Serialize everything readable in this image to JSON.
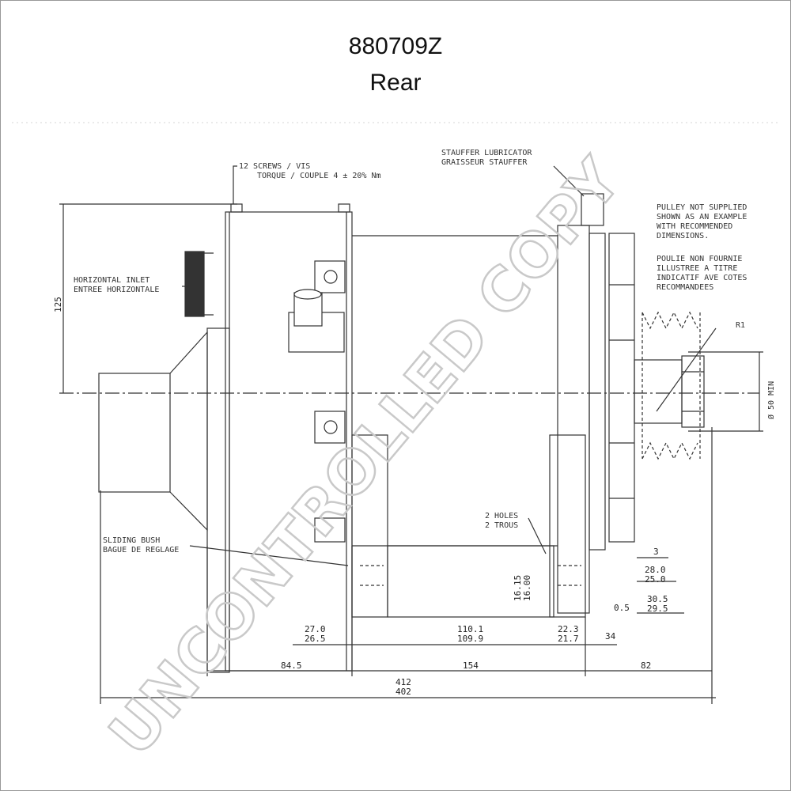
{
  "header": {
    "part_number": "880709Z",
    "view": "Rear"
  },
  "notes": {
    "screws_line1": "12 SCREWS / VIS",
    "screws_line2": "TORQUE / COUPLE 4 ± 20% Nm",
    "stauffer_line1": "STAUFFER LUBRICATOR",
    "stauffer_line2": "GRAISSEUR STAUFFER",
    "pulley_en_1": "PULLEY NOT SUPPLIED",
    "pulley_en_2": "SHOWN AS AN EXAMPLE",
    "pulley_en_3": "WITH RECOMMENDED",
    "pulley_en_4": "DIMENSIONS.",
    "pulley_fr_1": "POULIE NON FOURNIE",
    "pulley_fr_2": "ILLUSTREE A TITRE",
    "pulley_fr_3": "INDICATIF AVE COTES",
    "pulley_fr_4": "RECOMMANDEES",
    "inlet_1": "HORIZONTAL INLET",
    "inlet_2": "ENTREE HORIZONTALE",
    "bush_1": "SLIDING BUSH",
    "bush_2": "BAGUE DE REGLAGE",
    "holes_1": "2 HOLES",
    "holes_2": "2 TROUS",
    "r1": "R1",
    "dia_min": "Ø 50 MIN"
  },
  "dimensions": {
    "d125": "125",
    "d3": "3",
    "d28": "28.0",
    "d25": "25.0",
    "d05": "0.5",
    "d305": "30.5",
    "d295": "29.5",
    "d1615": "16.15",
    "d1600": "16.00",
    "d270": "27.0",
    "d265": "26.5",
    "d1101": "110.1",
    "d1099": "109.9",
    "d223": "22.3",
    "d217": "21.7",
    "d34": "34",
    "d845": "84.5",
    "d154": "154",
    "d82": "82",
    "d412": "412",
    "d402": "402"
  },
  "watermark": {
    "text": "UNCONTROLLED COPY"
  }
}
